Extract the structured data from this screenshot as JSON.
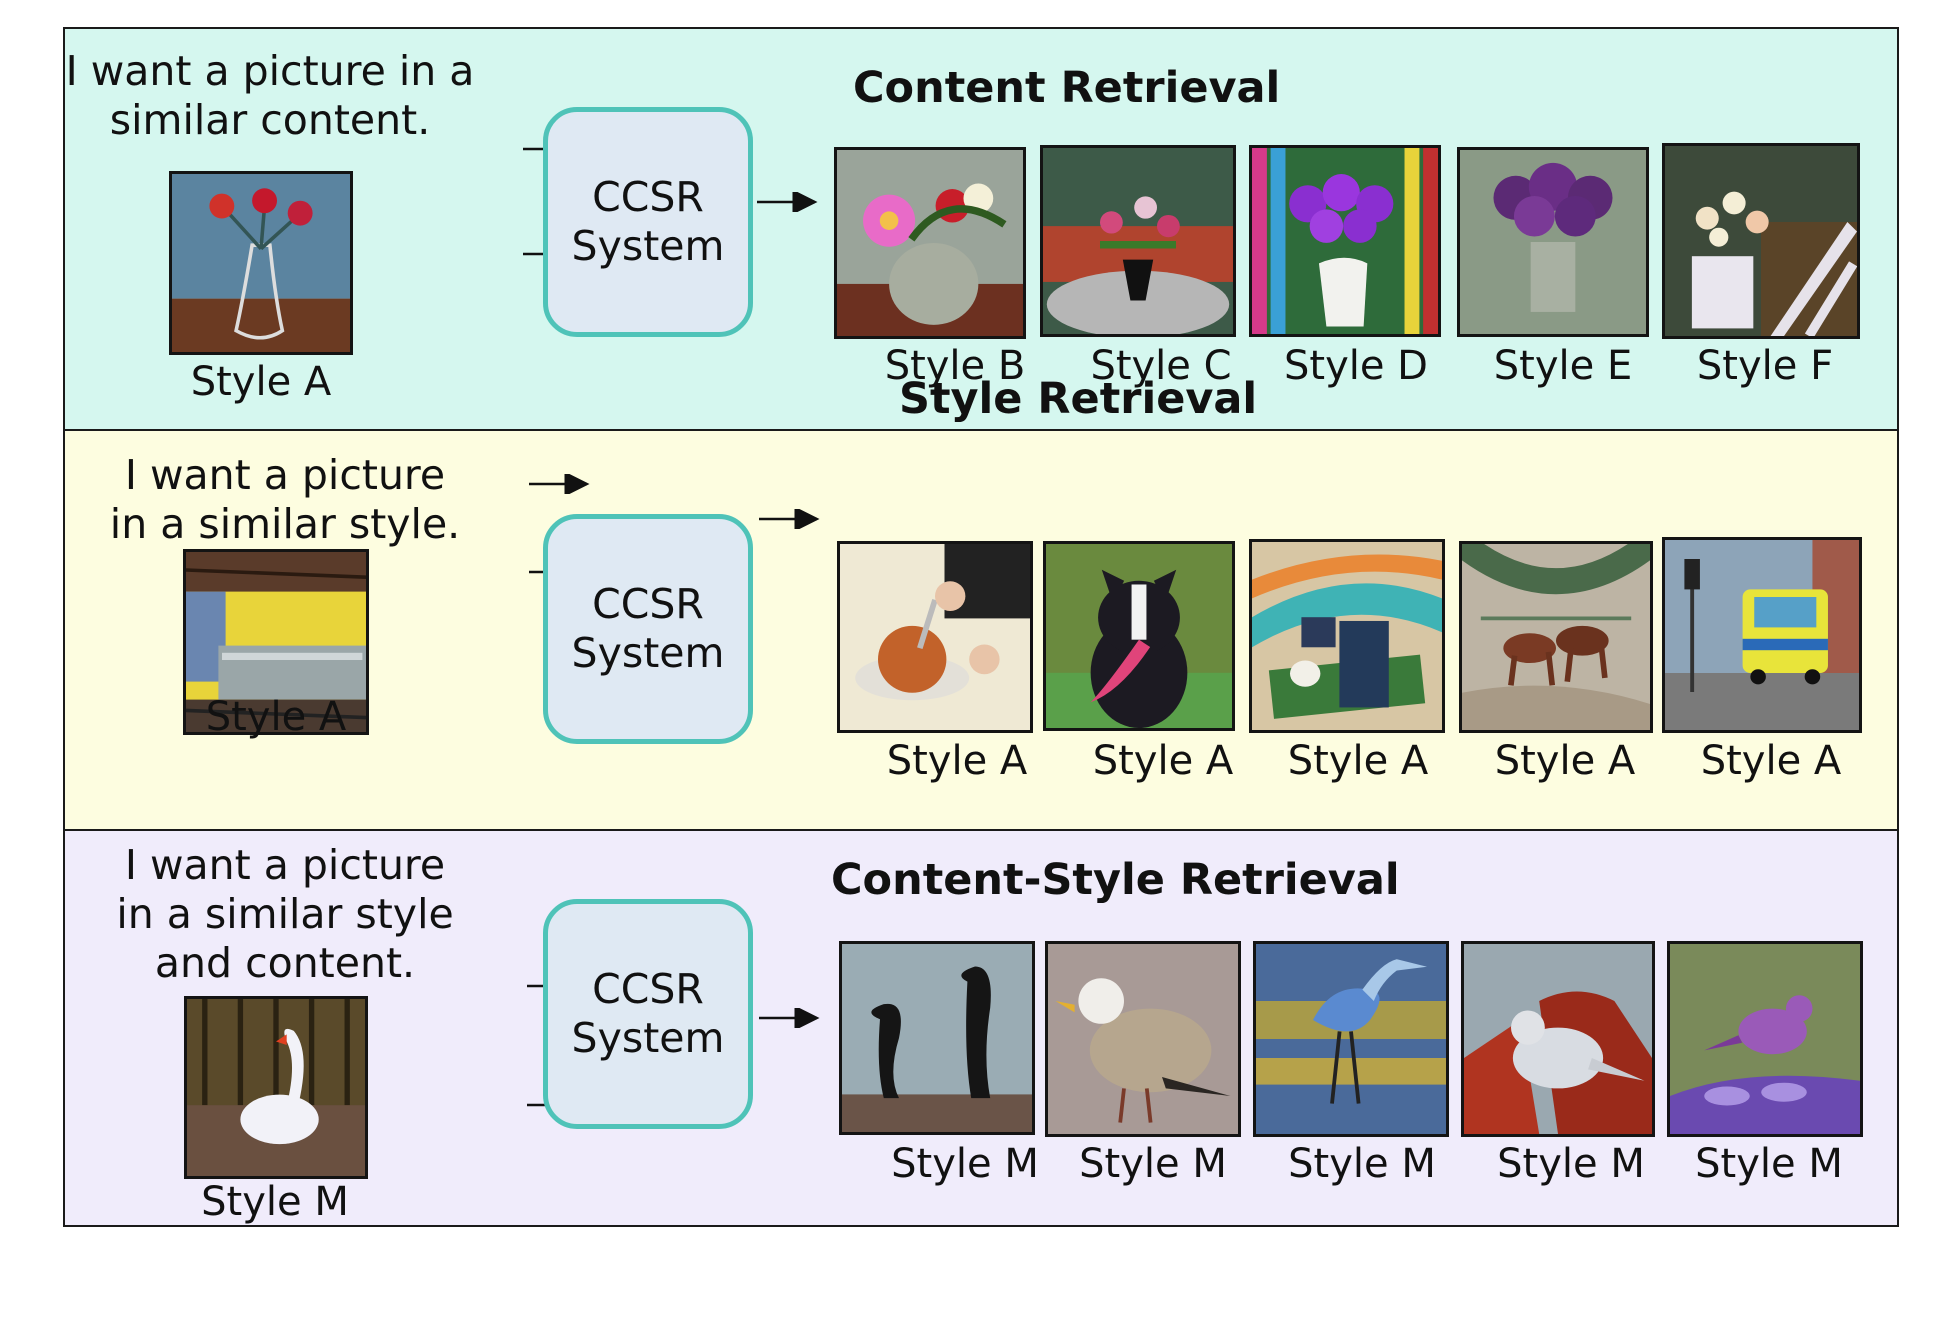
{
  "colors": {
    "content_panel": "#d5f7ef",
    "style_panel": "#fdfde0",
    "cs_panel": "#f0ecfb",
    "box_border": "#4fc3b8",
    "box_fill": "#dfe9f3"
  },
  "panels": [
    {
      "title": "Content Retrieval",
      "prompt": "I want a picture in a\nsimilar content.",
      "query_label": "Style A",
      "system": [
        "CCSR",
        "System"
      ],
      "results": [
        "Style B",
        "Style C",
        "Style D",
        "Style E",
        "Style F"
      ]
    },
    {
      "title": "Style Retrieval",
      "prompt": "I want a picture\nin a similar style.",
      "query_label": "Style A",
      "system": [
        "CCSR",
        "System"
      ],
      "results": [
        "Style A",
        "Style A",
        "Style A",
        "Style A",
        "Style A"
      ]
    },
    {
      "title": "Content-Style Retrieval",
      "prompt": "I want a picture\nin a similar style\nand content.",
      "query_label": "Style M",
      "system": [
        "CCSR",
        "System"
      ],
      "results": [
        "Style M",
        "Style M",
        "Style M",
        "Style M",
        "Style M"
      ]
    }
  ]
}
